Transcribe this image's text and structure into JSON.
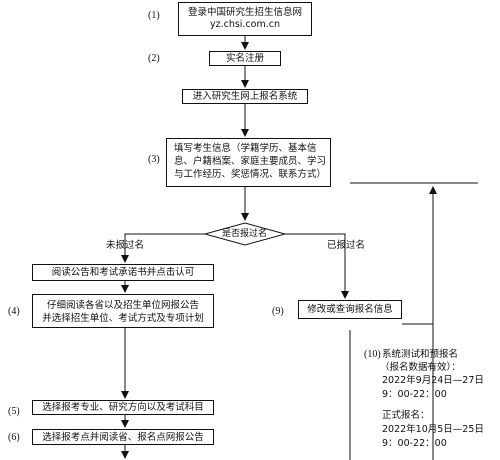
{
  "steps": {
    "s1": "(1)",
    "s2": "(2)",
    "s3": "(3)",
    "s4": "(4)",
    "s5": "(5)",
    "s6": "(6)",
    "s9": "(9)",
    "s10": "(10)"
  },
  "boxes": {
    "login_line1": "登录中国研究生招生信息网",
    "login_line2": "yz.chsi.com.cn",
    "register": "实名注册",
    "enter_system": "进入研究生网上报名系统",
    "fill_info_line1": "填写考生信息（学籍学历、基本信",
    "fill_info_line2": "息、户籍档案、家庭主要成员、学习",
    "fill_info_line3": "与工作经历、奖惩情况、联系方式）",
    "decision": "是否报过名",
    "read_notice": "阅读公告和考试承诺书并点击认可",
    "read_province_line1": "仔细阅读各省以及招生单位网报公告",
    "read_province_line2": "并选择招生单位、考试方式及专项计划",
    "modify": "修改或查询报名信息",
    "choose_major": "选择报考专业、研究方向以及考试科目",
    "choose_site": "选择报考点并阅读省、报名点网报公告"
  },
  "branches": {
    "not_registered": "未报过名",
    "registered": "已报过名"
  },
  "schedule": {
    "trial_title": "系统测试和预报名",
    "trial_note": "（报名数据有效）：",
    "trial_date_line1": "2022年9月24日—27日",
    "trial_date_line2": "9：00-22：00",
    "formal_title": "正式报名：",
    "formal_date_line1": "2022年10月5日—25日",
    "formal_date_line2": "9：00-22：00"
  }
}
